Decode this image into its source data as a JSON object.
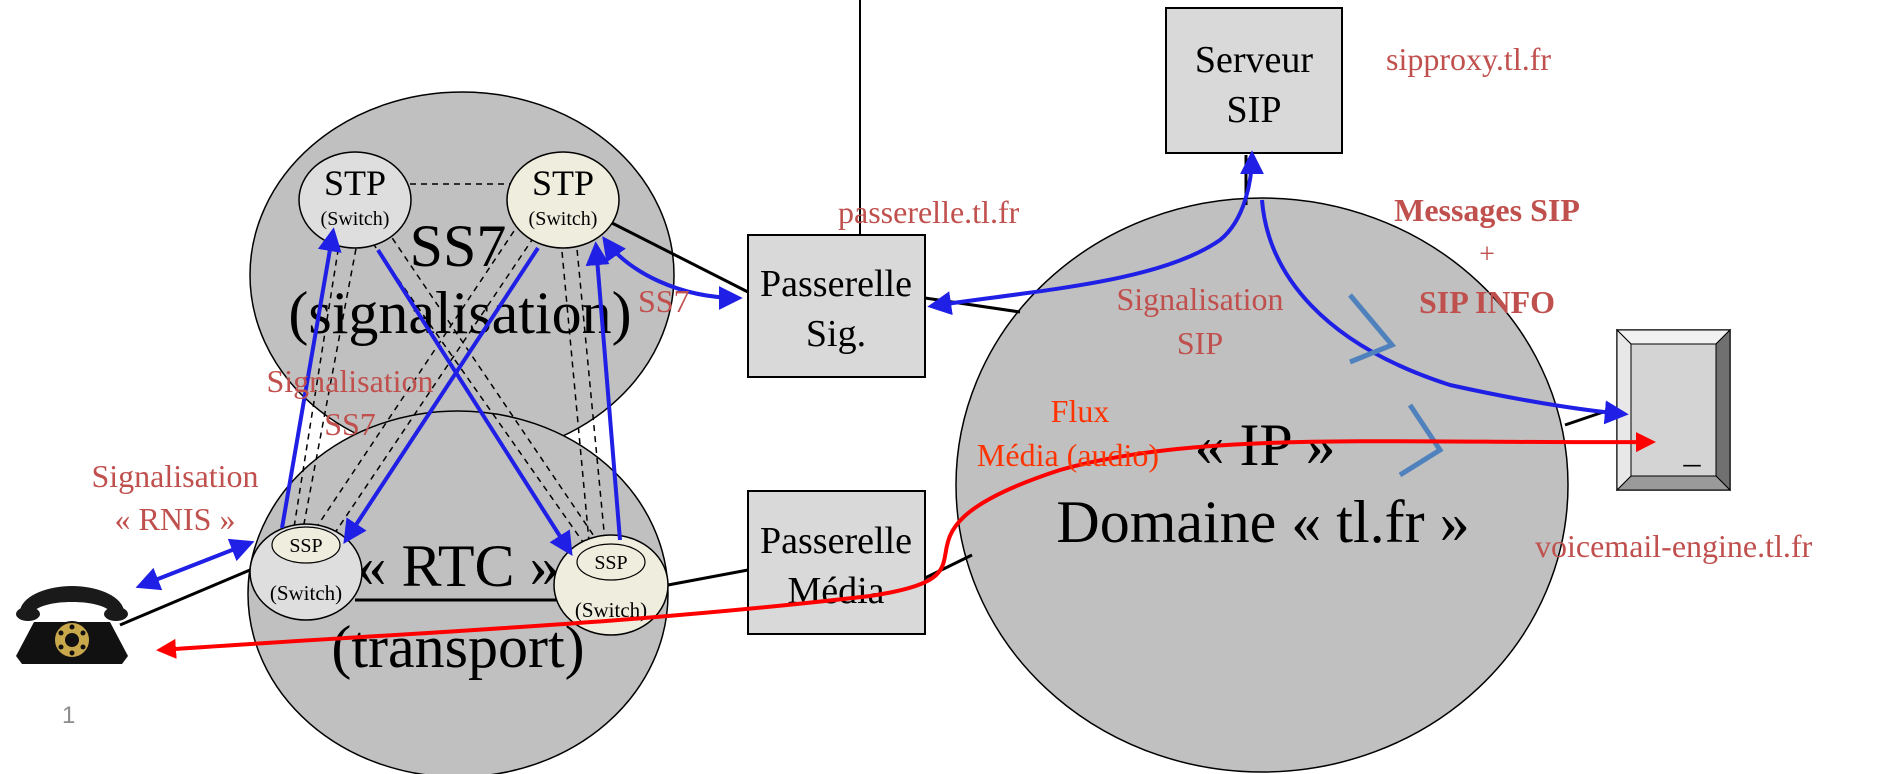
{
  "slide_number": "1",
  "colors": {
    "cloud_fill": "#c0c0c0",
    "box_fill": "#d9d9d9",
    "node_fill": "#dedede",
    "node_fill_light": "#efedde",
    "label_red": "#c0504d",
    "signal_blue": "#1f1fe6",
    "media_red": "#ff0000",
    "orange_red": "#ff3300",
    "steel_blue": "#4f81bd"
  },
  "clouds": {
    "ss7": {
      "title": "SS7",
      "subtitle": "(signalisation)"
    },
    "rtc": {
      "title": "« RTC »",
      "subtitle": "(transport)"
    },
    "ip": {
      "title": "« IP »",
      "subtitle": "Domaine « tl.fr »"
    }
  },
  "nodes": {
    "stp_left": {
      "name": "STP",
      "sub": "(Switch)"
    },
    "stp_right": {
      "name": "STP",
      "sub": "(Switch)"
    },
    "ssp_left": {
      "name": "SSP",
      "sub": "(Switch)"
    },
    "ssp_right": {
      "name": "SSP",
      "sub": "(Switch)"
    }
  },
  "boxes": {
    "serveur_sip": {
      "line1": "Serveur",
      "line2": "SIP"
    },
    "passerelle_sig": {
      "line1": "Passerelle",
      "line2": "Sig."
    },
    "passerelle_media": {
      "line1": "Passerelle",
      "line2": "Média"
    }
  },
  "labels": {
    "sipproxy": "sipproxy.tl.fr",
    "passerelle_host": "passerelle.tl.fr",
    "voicemail": "voicemail-engine.tl.fr",
    "messages_sip": "Messages SIP",
    "plus": "+",
    "sip_info": "SIP INFO",
    "signalisation_sip_1": "Signalisation",
    "signalisation_sip_2": "SIP",
    "ss7_link": "SS7",
    "signalisation_ss7_1": "Signalisation",
    "signalisation_ss7_2": "SS7",
    "signalisation_rnis_1": "Signalisation",
    "signalisation_rnis_2": "« RNIS »",
    "flux_media_1": "Flux",
    "flux_media_2": "Média (audio)"
  },
  "terminal_glyph": "_",
  "icons": {
    "telephone": "rotary-telephone-icon",
    "voicemail_terminal": "terminal-box-icon"
  }
}
